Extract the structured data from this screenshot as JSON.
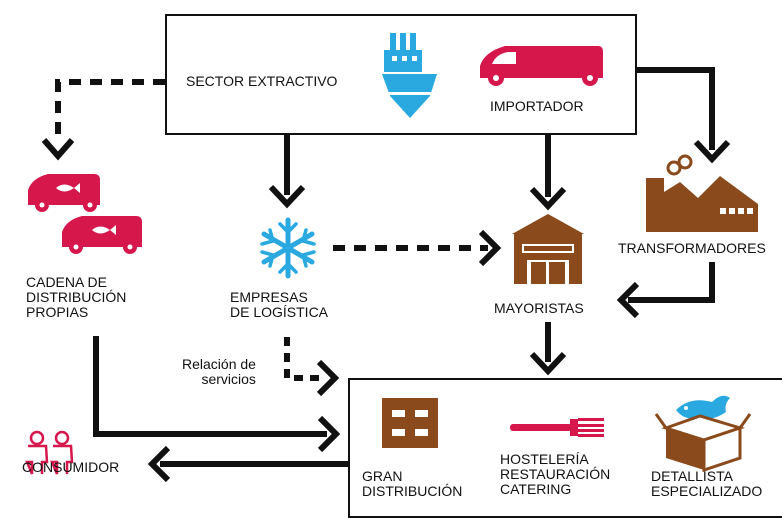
{
  "nodes": {
    "sector_extractivo": "SECTOR EXTRACTIVO",
    "importador": "IMPORTADOR",
    "transformadores": "TRANSFORMADORES",
    "cadena_distribucion": "CADENA DE\nDISTRIBUCIÓN\nPROPIAS",
    "empresas_logistica": "EMPRESAS\nDE LOGÍSTICA",
    "mayoristas": "MAYORISTAS",
    "relacion_servicios": "Relación de\nservicios",
    "gran_distribucion": "GRAN\nDISTRIBUCIÓN",
    "hosteleria": "HOSTELERÍA\nRESTAURACIÓN\nCATERING",
    "detallista": "DETALLISTA\nESPECIALIZADO",
    "consumidor": "CONSUMIDOR"
  },
  "colors": {
    "red": "#d6174c",
    "blue": "#29a9e0",
    "brown": "#8a4a1c",
    "ink": "#111111"
  },
  "icons": [
    "ship-icon",
    "van-icon",
    "factory-icon",
    "fish-van-icon",
    "snowflake-icon",
    "warehouse-icon",
    "pallet-icon",
    "fork-icon",
    "fish-box-icon",
    "people-icon"
  ]
}
